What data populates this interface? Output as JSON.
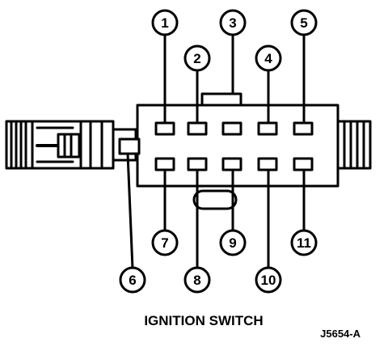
{
  "diagram": {
    "caption": "IGNITION SWITCH",
    "figure_code": "J5654-A",
    "pins": {
      "p1": "1",
      "p2": "2",
      "p3": "3",
      "p4": "4",
      "p5": "5",
      "p6": "6",
      "p7": "7",
      "p8": "8",
      "p9": "9",
      "p10": "10",
      "p11": "11"
    }
  }
}
